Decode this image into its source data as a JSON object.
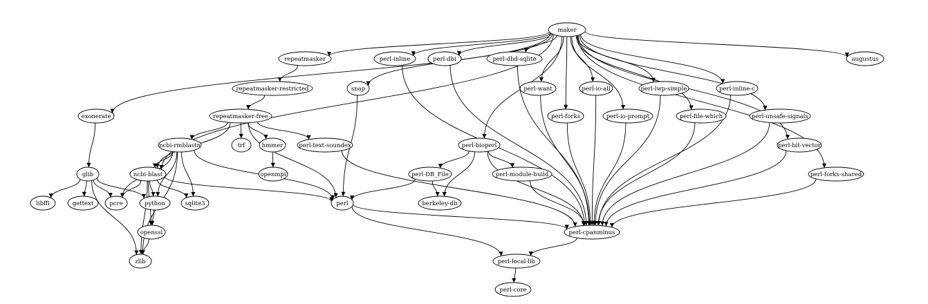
{
  "graph": {
    "nodes": [
      {
        "id": "maker",
        "label": "maker"
      },
      {
        "id": "repeatmasker",
        "label": "repeatmasker"
      },
      {
        "id": "perl-inline",
        "label": "perl-inline"
      },
      {
        "id": "perl-dbi",
        "label": "perl-dbi"
      },
      {
        "id": "perl-dbd-sqlite",
        "label": "perl-dbd-sqlite"
      },
      {
        "id": "augustus",
        "label": "augustus"
      },
      {
        "id": "repeatmasker-restricted",
        "label": "repeatmasker-restricted"
      },
      {
        "id": "snap",
        "label": "snap"
      },
      {
        "id": "perl-want",
        "label": "perl-want"
      },
      {
        "id": "perl-io-all",
        "label": "perl-io-all"
      },
      {
        "id": "perl-lwp-simple",
        "label": "perl-lwp-simple"
      },
      {
        "id": "perl-inline-c",
        "label": "perl-inline-c"
      },
      {
        "id": "exonerate",
        "label": "exonerate"
      },
      {
        "id": "repeatmasker-free",
        "label": "repeatmasker-free"
      },
      {
        "id": "perl-forks",
        "label": "perl-forks"
      },
      {
        "id": "perl-io-prompt",
        "label": "perl-io-prompt"
      },
      {
        "id": "perl-file-which",
        "label": "perl-file-which"
      },
      {
        "id": "perl-unsafe-signals",
        "label": "perl-unsafe-signals"
      },
      {
        "id": "ncbi-rmblastn",
        "label": "ncbi-rmblastn"
      },
      {
        "id": "trf",
        "label": "trf"
      },
      {
        "id": "hmmer",
        "label": "hmmer"
      },
      {
        "id": "perl-text-soundex",
        "label": "perl-text-soundex"
      },
      {
        "id": "perl-bioperl",
        "label": "perl-bioperl"
      },
      {
        "id": "perl-bit-vector",
        "label": "perl-bit-vector"
      },
      {
        "id": "openmpi",
        "label": "openmpi"
      },
      {
        "id": "glib",
        "label": "glib"
      },
      {
        "id": "ncbi-blast",
        "label": "ncbi-blast"
      },
      {
        "id": "perl-DB_File",
        "label": "perl-DB_File"
      },
      {
        "id": "perl-module-build",
        "label": "perl-module-build"
      },
      {
        "id": "perl-forks-shared",
        "label": "perl-forks-shared"
      },
      {
        "id": "libffi",
        "label": "libffi"
      },
      {
        "id": "gettext",
        "label": "gettext"
      },
      {
        "id": "pcre",
        "label": "pcre"
      },
      {
        "id": "python",
        "label": "python"
      },
      {
        "id": "sqlite3",
        "label": "sqlite3"
      },
      {
        "id": "perl",
        "label": "perl"
      },
      {
        "id": "berkeley-db",
        "label": "berkeley-db"
      },
      {
        "id": "openssl",
        "label": "openssl"
      },
      {
        "id": "perl-cpanminus",
        "label": "perl-cpanminus"
      },
      {
        "id": "zlib",
        "label": "zlib"
      },
      {
        "id": "perl-local-lib",
        "label": "perl-local-lib"
      },
      {
        "id": "perl-core",
        "label": "perl-core"
      }
    ],
    "edges": [
      [
        "maker",
        "repeatmasker"
      ],
      [
        "maker",
        "perl-inline"
      ],
      [
        "maker",
        "perl-dbi"
      ],
      [
        "maker",
        "perl-dbd-sqlite"
      ],
      [
        "maker",
        "augustus"
      ],
      [
        "maker",
        "snap"
      ],
      [
        "maker",
        "perl-want"
      ],
      [
        "maker",
        "perl-io-all"
      ],
      [
        "maker",
        "perl-lwp-simple"
      ],
      [
        "maker",
        "perl-inline-c"
      ],
      [
        "maker",
        "exonerate"
      ],
      [
        "maker",
        "perl-forks"
      ],
      [
        "maker",
        "perl-io-prompt"
      ],
      [
        "maker",
        "perl-file-which"
      ],
      [
        "maker",
        "perl-unsafe-signals"
      ],
      [
        "maker",
        "perl-bioperl"
      ],
      [
        "maker",
        "perl-bit-vector"
      ],
      [
        "maker",
        "perl-forks-shared"
      ],
      [
        "maker",
        "ncbi-blast"
      ],
      [
        "repeatmasker",
        "repeatmasker-restricted"
      ],
      [
        "repeatmasker-restricted",
        "repeatmasker-free"
      ],
      [
        "repeatmasker-free",
        "ncbi-rmblastn"
      ],
      [
        "repeatmasker-free",
        "trf"
      ],
      [
        "repeatmasker-free",
        "hmmer"
      ],
      [
        "repeatmasker-free",
        "perl-text-soundex"
      ],
      [
        "repeatmasker-free",
        "ncbi-blast"
      ],
      [
        "repeatmasker-free",
        "perl"
      ],
      [
        "hmmer",
        "openmpi"
      ],
      [
        "exonerate",
        "glib"
      ],
      [
        "glib",
        "libffi"
      ],
      [
        "glib",
        "gettext"
      ],
      [
        "glib",
        "pcre"
      ],
      [
        "glib",
        "python"
      ],
      [
        "glib",
        "zlib"
      ],
      [
        "ncbi-rmblastn",
        "ncbi-blast"
      ],
      [
        "ncbi-rmblastn",
        "pcre"
      ],
      [
        "ncbi-rmblastn",
        "python"
      ],
      [
        "ncbi-rmblastn",
        "sqlite3"
      ],
      [
        "ncbi-rmblastn",
        "perl"
      ],
      [
        "ncbi-rmblastn",
        "zlib"
      ],
      [
        "ncbi-blast",
        "pcre"
      ],
      [
        "ncbi-blast",
        "python"
      ],
      [
        "ncbi-blast",
        "sqlite3"
      ],
      [
        "ncbi-blast",
        "perl"
      ],
      [
        "ncbi-blast",
        "zlib"
      ],
      [
        "ncbi-blast",
        "openssl"
      ],
      [
        "python",
        "openssl"
      ],
      [
        "openssl",
        "zlib"
      ],
      [
        "snap",
        "perl"
      ],
      [
        "perl-text-soundex",
        "perl-cpanminus"
      ],
      [
        "perl-bioperl",
        "perl-DB_File"
      ],
      [
        "perl-bioperl",
        "perl-module-build"
      ],
      [
        "perl-bioperl",
        "berkeley-db"
      ],
      [
        "perl-bioperl",
        "perl-cpanminus"
      ],
      [
        "perl-DB_File",
        "berkeley-db"
      ],
      [
        "perl-DB_File",
        "perl"
      ],
      [
        "perl-module-build",
        "perl-cpanminus"
      ],
      [
        "perl-inline",
        "perl-cpanminus"
      ],
      [
        "perl-dbi",
        "perl-cpanminus"
      ],
      [
        "perl-dbd-sqlite",
        "perl-cpanminus"
      ],
      [
        "perl-want",
        "perl-cpanminus"
      ],
      [
        "perl-forks",
        "perl-cpanminus"
      ],
      [
        "perl-io-all",
        "perl-cpanminus"
      ],
      [
        "perl-io-prompt",
        "perl-cpanminus"
      ],
      [
        "perl-lwp-simple",
        "perl-cpanminus"
      ],
      [
        "perl-file-which",
        "perl-cpanminus"
      ],
      [
        "perl-inline-c",
        "perl-cpanminus"
      ],
      [
        "perl-unsafe-signals",
        "perl-cpanminus"
      ],
      [
        "perl-bit-vector",
        "perl-cpanminus"
      ],
      [
        "perl-forks-shared",
        "perl-cpanminus"
      ],
      [
        "perl",
        "perl-cpanminus"
      ],
      [
        "perl",
        "perl-local-lib"
      ],
      [
        "perl-cpanminus",
        "perl-local-lib"
      ],
      [
        "perl-local-lib",
        "perl-core"
      ]
    ]
  }
}
